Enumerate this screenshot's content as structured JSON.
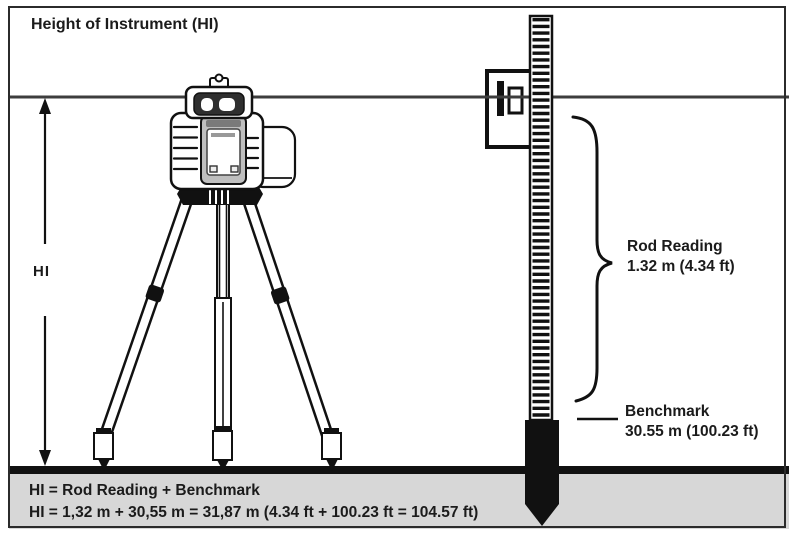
{
  "title": "Height of Instrument (HI)",
  "dimension": {
    "hi_label": "HI"
  },
  "annotations": {
    "rod_reading_label": "Rod Reading",
    "rod_reading_value": "1.32 m (4.34 ft)",
    "benchmark_label": "Benchmark",
    "benchmark_value": "30.55 m (100.23 ft)"
  },
  "formula": {
    "line1": "HI = Rod Reading + Benchmark",
    "line2": "HI = 1,32 m + 30,55 m = 31,87 m (4.34 ft + 100.23 ft = 104.57 ft)"
  },
  "colors": {
    "ink": "#1b1b1b",
    "ground_fill": "#d7d7d7",
    "ground_line": "#111111",
    "laser_line": "#3d3d3d",
    "frame_border": "#2b2b2b"
  }
}
